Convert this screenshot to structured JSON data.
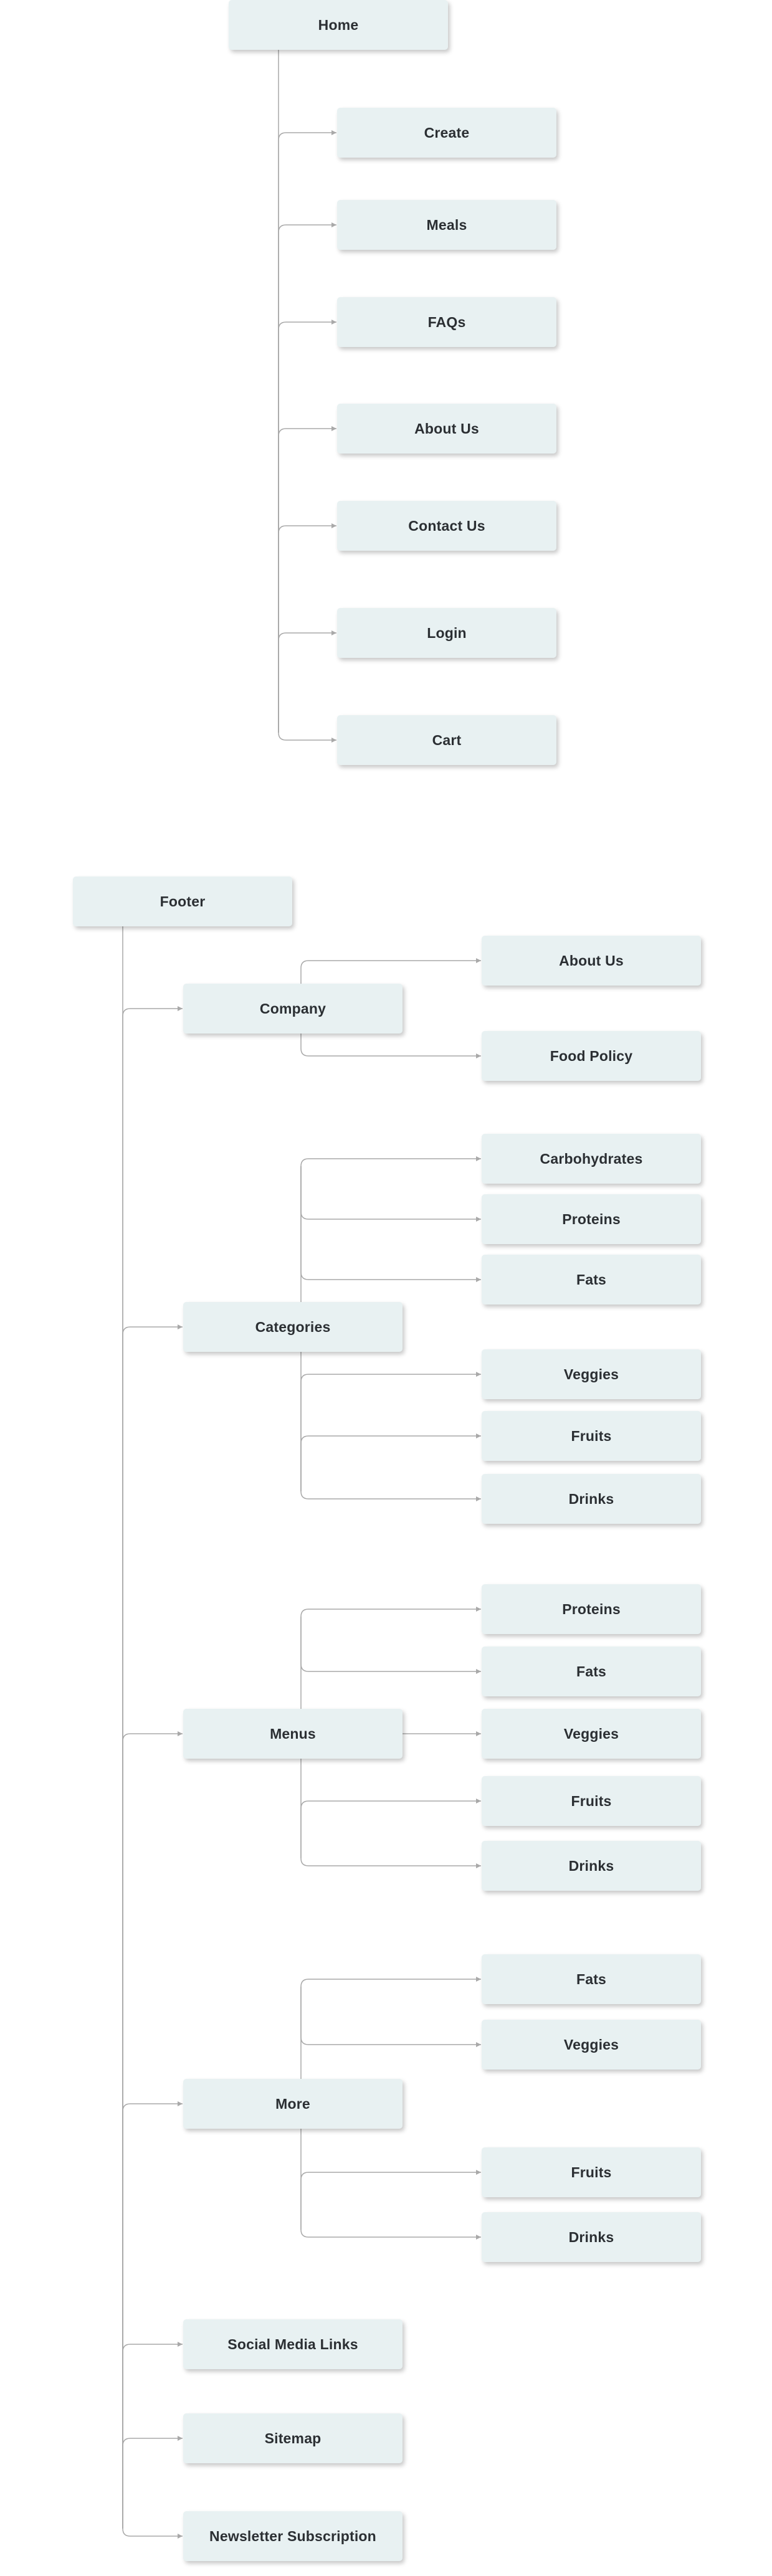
{
  "trees": [
    {
      "root": "Home",
      "children": [
        {
          "label": "Create"
        },
        {
          "label": "Meals"
        },
        {
          "label": "FAQs"
        },
        {
          "label": "About Us"
        },
        {
          "label": "Contact Us"
        },
        {
          "label": "Login"
        },
        {
          "label": "Cart"
        }
      ]
    },
    {
      "root": "Footer",
      "children": [
        {
          "label": "Company",
          "children": [
            "About Us",
            "Food Policy"
          ]
        },
        {
          "label": "Categories",
          "children": [
            "Carbohydrates",
            "Proteins",
            "Fats",
            "Veggies",
            "Fruits",
            "Drinks"
          ]
        },
        {
          "label": "Menus",
          "children": [
            "Proteins",
            "Fats",
            "Veggies",
            "Fruits",
            "Drinks"
          ]
        },
        {
          "label": "More",
          "children": [
            "Fats",
            "Veggies",
            "Fruits",
            "Drinks"
          ]
        },
        {
          "label": "Social Media Links"
        },
        {
          "label": "Sitemap"
        },
        {
          "label": "Newsletter Subscription"
        }
      ]
    }
  ],
  "colors": {
    "node_fill": "#e8f1f2",
    "node_text": "#2b2f33",
    "connector": "#a9a9a9"
  }
}
